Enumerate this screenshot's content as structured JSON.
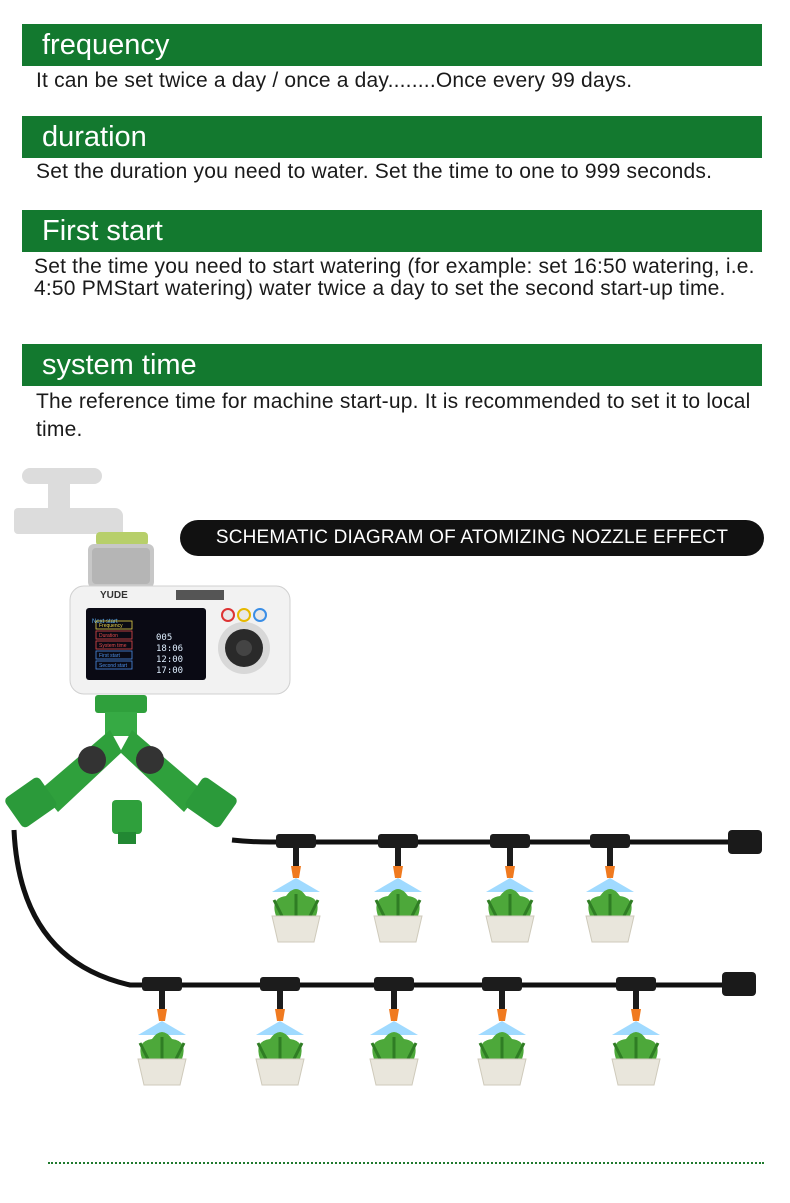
{
  "sections": [
    {
      "title": "frequency",
      "description": "It can be set twice a day / once a day........Once every 99 days."
    },
    {
      "title": "duration",
      "description": "Set the duration you need to water. Set the time to one to 999 seconds."
    },
    {
      "title": "First start",
      "description": "Set the time you need to start watering (for example: set 16:50 watering, i.e. 4:50 PMStart watering) water twice a day to set the second start-up time."
    },
    {
      "title": "system time",
      "description": "The reference time for machine start-up. It is recommended to set it to local time."
    }
  ],
  "diagram": {
    "caption": "SCHEMATIC DIAGRAM OF ATOMIZING NOZZLE EFFECT",
    "brand": "YUDE",
    "screen": {
      "next_start_label": "Next start",
      "menu": [
        "Frequency",
        "Duration",
        "System time",
        "First start",
        "Second start"
      ],
      "readouts": [
        "005",
        "18:06",
        "12:00",
        "17:00"
      ]
    },
    "colors": {
      "header_bar": "#13792f",
      "pipe": "#111111",
      "connector": "#2fa03c",
      "nozzle": "#f07a1f",
      "mist": "#8fd3ff"
    }
  }
}
